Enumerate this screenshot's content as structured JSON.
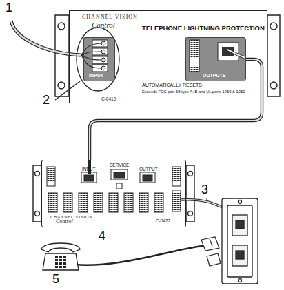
{
  "diagram": {
    "nodes": [
      {
        "text": [
          "CHANNEL VISION",
          "Control",
          "TELEPHONE LIGHTNING PROTECTION",
          "AUTOMATICALLY RESETS",
          "Exceeds FCC part 68 type A+B and UL parts 1459 & 1950",
          "C-0410"
        ]
      },
      {
        "text": [
          "INPUT"
        ],
        "in": 0
      },
      {
        "text": [
          "OUTPUTS"
        ],
        "in": 0
      },
      {
        "text": [
          "INPUT",
          "SERVICE",
          "OUTPUT",
          "CHANNEL VISION",
          "Control",
          "C-0422"
        ]
      }
    ],
    "edges": [
      {
        "from": 2,
        "to": 3,
        "arrow": "none"
      }
    ],
    "labels": [
      "1",
      "2",
      "3",
      "4",
      "5"
    ]
  }
}
